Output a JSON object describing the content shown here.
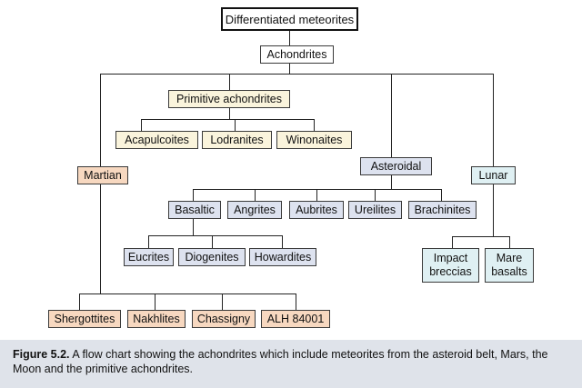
{
  "nodes": {
    "differentiated": "Differentiated meteorites",
    "achondrites": "Achondrites",
    "primitive": "Primitive achondrites",
    "acapulcoites": "Acapulcoites",
    "lodranites": "Lodranites",
    "winonaites": "Winonaites",
    "martian": "Martian",
    "asteroidal": "Asteroidal",
    "lunar": "Lunar",
    "basaltic": "Basaltic",
    "angrites": "Angrites",
    "aubrites": "Aubrites",
    "ureilites": "Ureilites",
    "brachinites": "Brachinites",
    "eucrites": "Eucrites",
    "diogenites": "Diogenites",
    "howardites": "Howardites",
    "impact_breccias_1": "Impact",
    "impact_breccias_2": "breccias",
    "mare_basalts_1": "Mare",
    "mare_basalts_2": "basalts",
    "shergottites": "Shergottites",
    "nakhlites": "Nakhlites",
    "chassigny": "Chassigny",
    "alh84001": "ALH 84001"
  },
  "colors": {
    "cream": "#faf4dc",
    "salmon": "#f7d8c0",
    "lavender": "#dde2ef",
    "cyan": "#dff0f3",
    "caption_bg": "#dfe3ea"
  },
  "caption": {
    "label": "Figure 5.2.",
    "text": "A flow chart showing the achondrites which include meteorites from the asteroid belt, Mars, the Moon and the primitive achondrites."
  }
}
